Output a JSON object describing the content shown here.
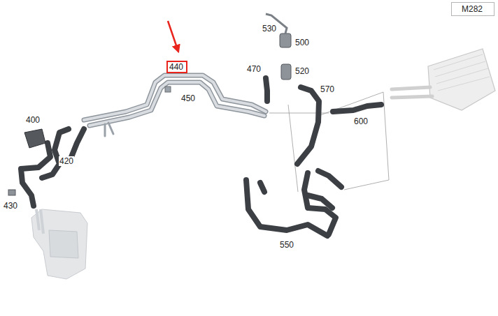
{
  "diagram": {
    "nodes": [
      {
        "text": [
          "M282"
        ]
      },
      {
        "text": [
          "440"
        ]
      }
    ],
    "labels": [
      "530",
      "500",
      "470",
      "520",
      "450",
      "570",
      "400",
      "600",
      "420",
      "430",
      "550"
    ]
  }
}
